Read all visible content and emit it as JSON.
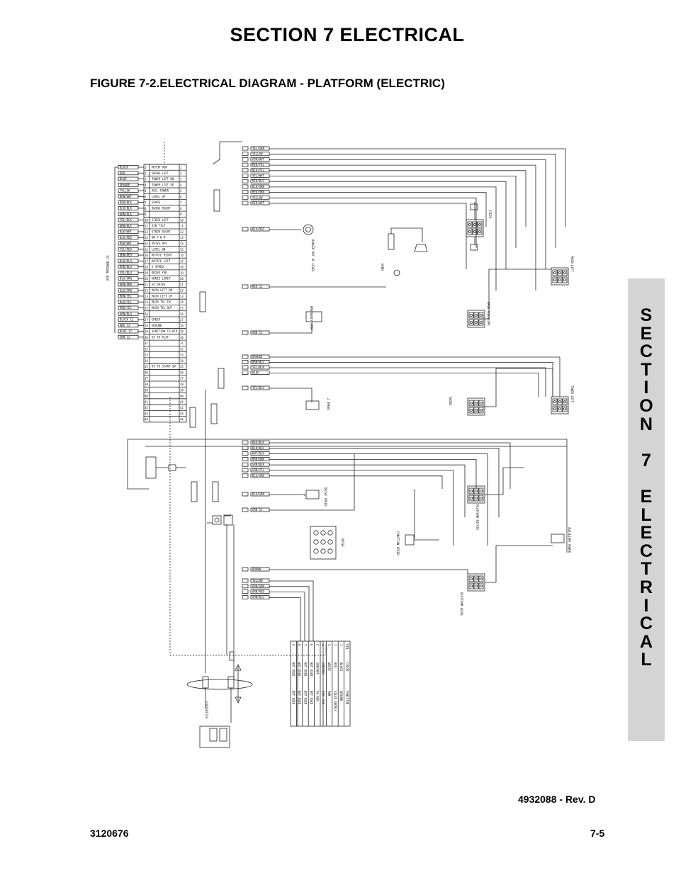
{
  "header": {
    "section_title": "SECTION 7    ELECTRICAL",
    "figure_title": "FIGURE 7-2.ELECTRICAL DIAGRAM - PLATFORM (ELECTRIC)"
  },
  "tab": {
    "letters": [
      "S",
      "E",
      "C",
      "T",
      "I",
      "O",
      "N",
      "",
      "7",
      "",
      "E",
      "L",
      "E",
      "C",
      "T",
      "R",
      "I",
      "C",
      "A",
      "L"
    ]
  },
  "diagram": {
    "terminal_colors": [
      "BLACK",
      "RED",
      "BLUE",
      "ORANGE",
      "YELLOW",
      "BRN/WHT",
      "RED/BLK",
      "BLU/BLK",
      "ORN/BLK",
      "YEL/BLK",
      "BRN/BLK",
      "BLK/WHT",
      "BLK/RED",
      "RED/WHT",
      "YEL/RED",
      "BRN/RED",
      "BLK/BLU",
      "RED/BLU",
      "YEL/BLU",
      "BLU/ORN",
      "BRN/ORN",
      "BLU/GRN",
      "BRN/YEL",
      "BLK/YEL",
      "RED/YEL",
      "ORN/BLU",
      "BLACK 12",
      "RNG 12",
      "BLUE 12",
      "GRN 12"
    ],
    "terminal_functions": [
      "MOTOR RUN",
      "SWING LEFT",
      "TOWER LIFT DN",
      "TOWER LIFT UP",
      "AUX. POWER",
      "LEVEL UP",
      "SPARE",
      "SWING RIGHT",
      "",
      "STEER LEFT",
      "JIB TILT",
      "STEER RIGHT",
      "ON P W M",
      "DRIVE REV",
      "LEVEL DN",
      "ROTATE RIGHT",
      "ROTATE LEFT",
      "2 SPEED",
      "DRIVE FOR",
      "HORIZ LIMIT",
      "HI DRIVE",
      "MAIN LIFT DN",
      "MAIN LIFT UP",
      "MAIN TEL IN",
      "MAIN TEL OUT",
      "",
      "CREEP",
      "GROUND",
      "IGNITION TO HTR",
      "VS TO PLAT",
      "",
      "",
      "",
      "",
      "VS TO START SW",
      "",
      "",
      "",
      ""
    ],
    "upper_wires": [
      "YEL/GRN",
      "YELLOW",
      "GRN/WHT",
      "RED/YEL",
      "BLK/YEL",
      "YEL/WHT",
      "RED/BLU",
      "BLK/GRN",
      "RED/ORN",
      "YELLOW",
      "RED/WHT"
    ],
    "mid_wires": [
      "ORANGE",
      "BRN/WLU",
      "YEL/BLK",
      "BLUE"
    ],
    "drive_wires": [
      "RED/BLK",
      "BLK/BLU",
      "WHT/BLK",
      "BRN/ORN",
      "GRN/BLK",
      "GRN/YEL",
      "BLU/GRN"
    ],
    "footswitch_wires": [
      "YELLOW",
      "ORN/GRN",
      "ORN/RED",
      "GRN/BLU"
    ],
    "single_wires": [
      "BLU/RED",
      "RED 12",
      "GRN 12",
      "YEL/BLU",
      "BLU/GRN",
      "GRN 12",
      "BROWN"
    ],
    "component_labels": [
      "DANGER OUT OF LEVEL",
      "HORN",
      "EMERGENCY STOP",
      "2 SPEED",
      "DRIVE SPEED",
      "STEER",
      "MAIN LIFT",
      "MAIN TELESCOPE",
      "SWING",
      "TOWER LIFT",
      "PLATFORM ROTATE",
      "FUNCTION SPEED",
      "AUXILIARY POWER",
      "PLATFORM LEVEL",
      "DRIVE",
      "FOOTSWITCH"
    ],
    "terminal_note": "TO TERMINAL BOX",
    "pin_table": {
      "headers": [
        "PIN",
        "COLOR",
        "FUNCTION"
      ],
      "rows": [
        [
          "1",
          "BLACK",
          "GROUND"
        ],
        [
          "2",
          "RED",
          "VALVE SUPPLY"
        ],
        [
          "3",
          "WHITE",
          "PWM"
        ],
        [
          "4",
          "GRN/RED",
          "DIR. AUX."
        ],
        [
          "5",
          "GRN/WHT",
          "CW AUX."
        ],
        [
          "6",
          "NOT USED",
          "NOT USED"
        ],
        [
          "7",
          "NOT USED",
          "NOT USED"
        ],
        [
          "8",
          "NOT USED",
          "NOT USED"
        ],
        [
          "9",
          "NOT USED",
          "NOT USED"
        ]
      ]
    }
  },
  "footer": {
    "revision": "4932088 - Rev. D",
    "doc_number": "3120676",
    "page_number": "7-5"
  }
}
